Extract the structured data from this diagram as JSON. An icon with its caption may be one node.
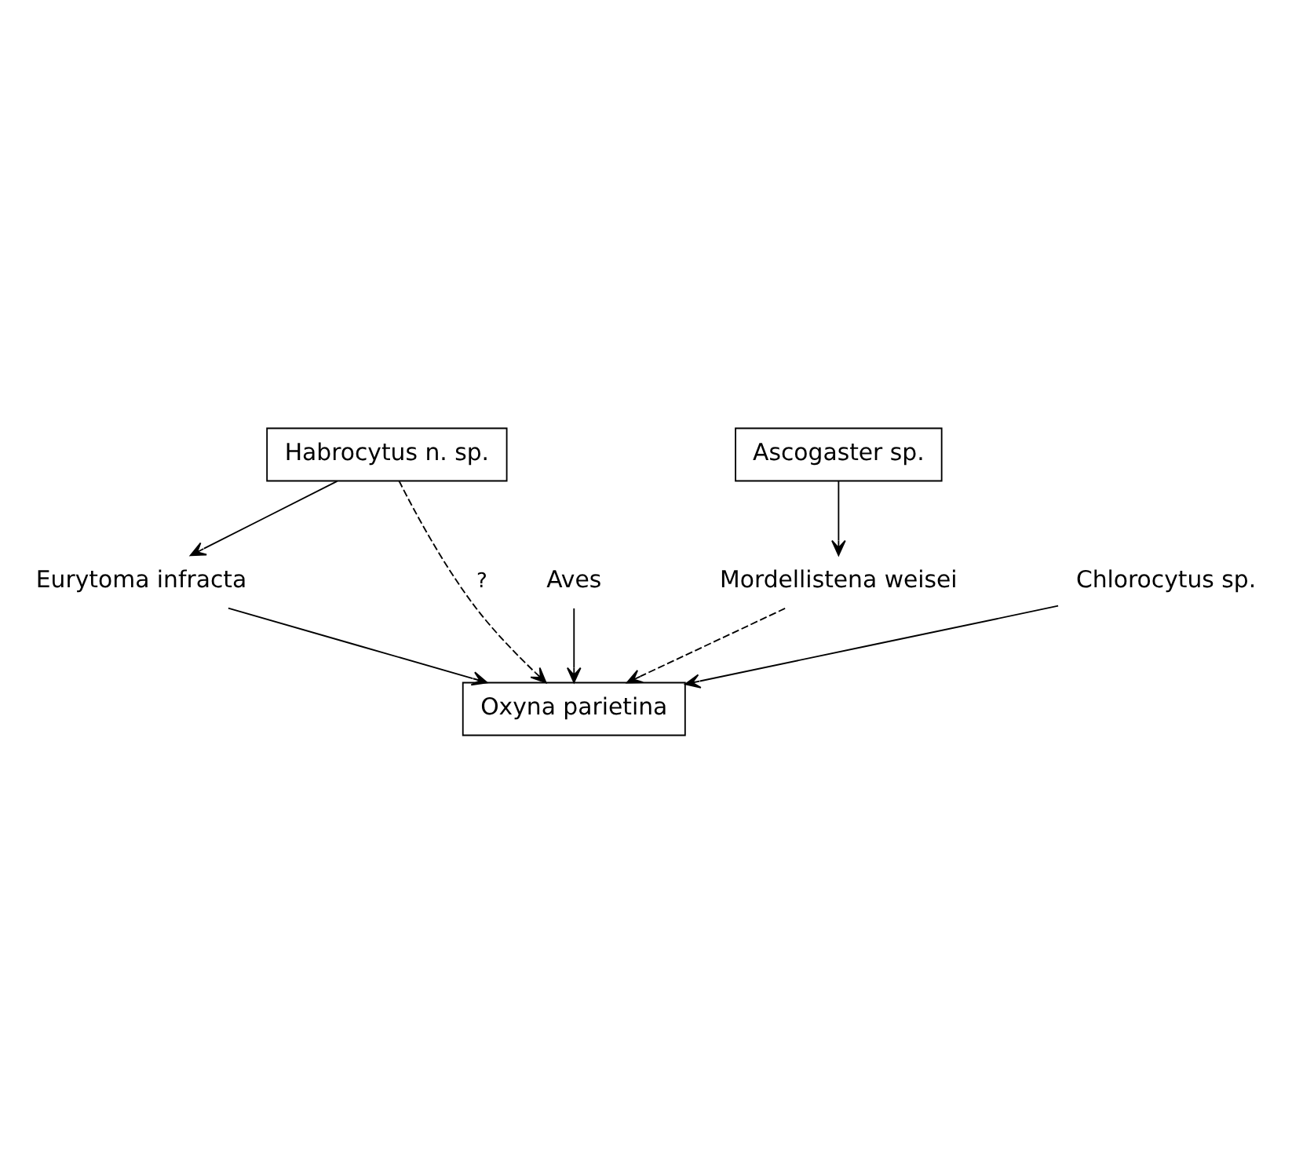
{
  "diagram": {
    "nodes": [
      {
        "text": [
          "Habrocytus n. sp."
        ]
      },
      {
        "text": [
          "Aves"
        ]
      },
      {
        "text": [
          "Eurytoma infracta"
        ]
      },
      {
        "text": [
          "Oxyna parietina"
        ]
      },
      {
        "text": [
          "Mordellistena weisei"
        ]
      },
      {
        "text": [
          "Chlorocytus sp."
        ]
      },
      {
        "text": [
          "Ascogaster sp."
        ]
      }
    ],
    "edges": [
      {
        "from": 0,
        "to": 3,
        "arrow": "to",
        "style": "dashed",
        "label": "?"
      },
      {
        "from": 0,
        "to": 2,
        "arrow": "to"
      },
      {
        "from": 1,
        "to": 3,
        "arrow": "to"
      },
      {
        "from": 2,
        "to": 3,
        "arrow": "to"
      },
      {
        "from": 4,
        "to": 3,
        "arrow": "to",
        "style": "dashed"
      },
      {
        "from": 5,
        "to": 3,
        "arrow": "to"
      },
      {
        "from": 6,
        "to": 4,
        "arrow": "to"
      }
    ]
  }
}
